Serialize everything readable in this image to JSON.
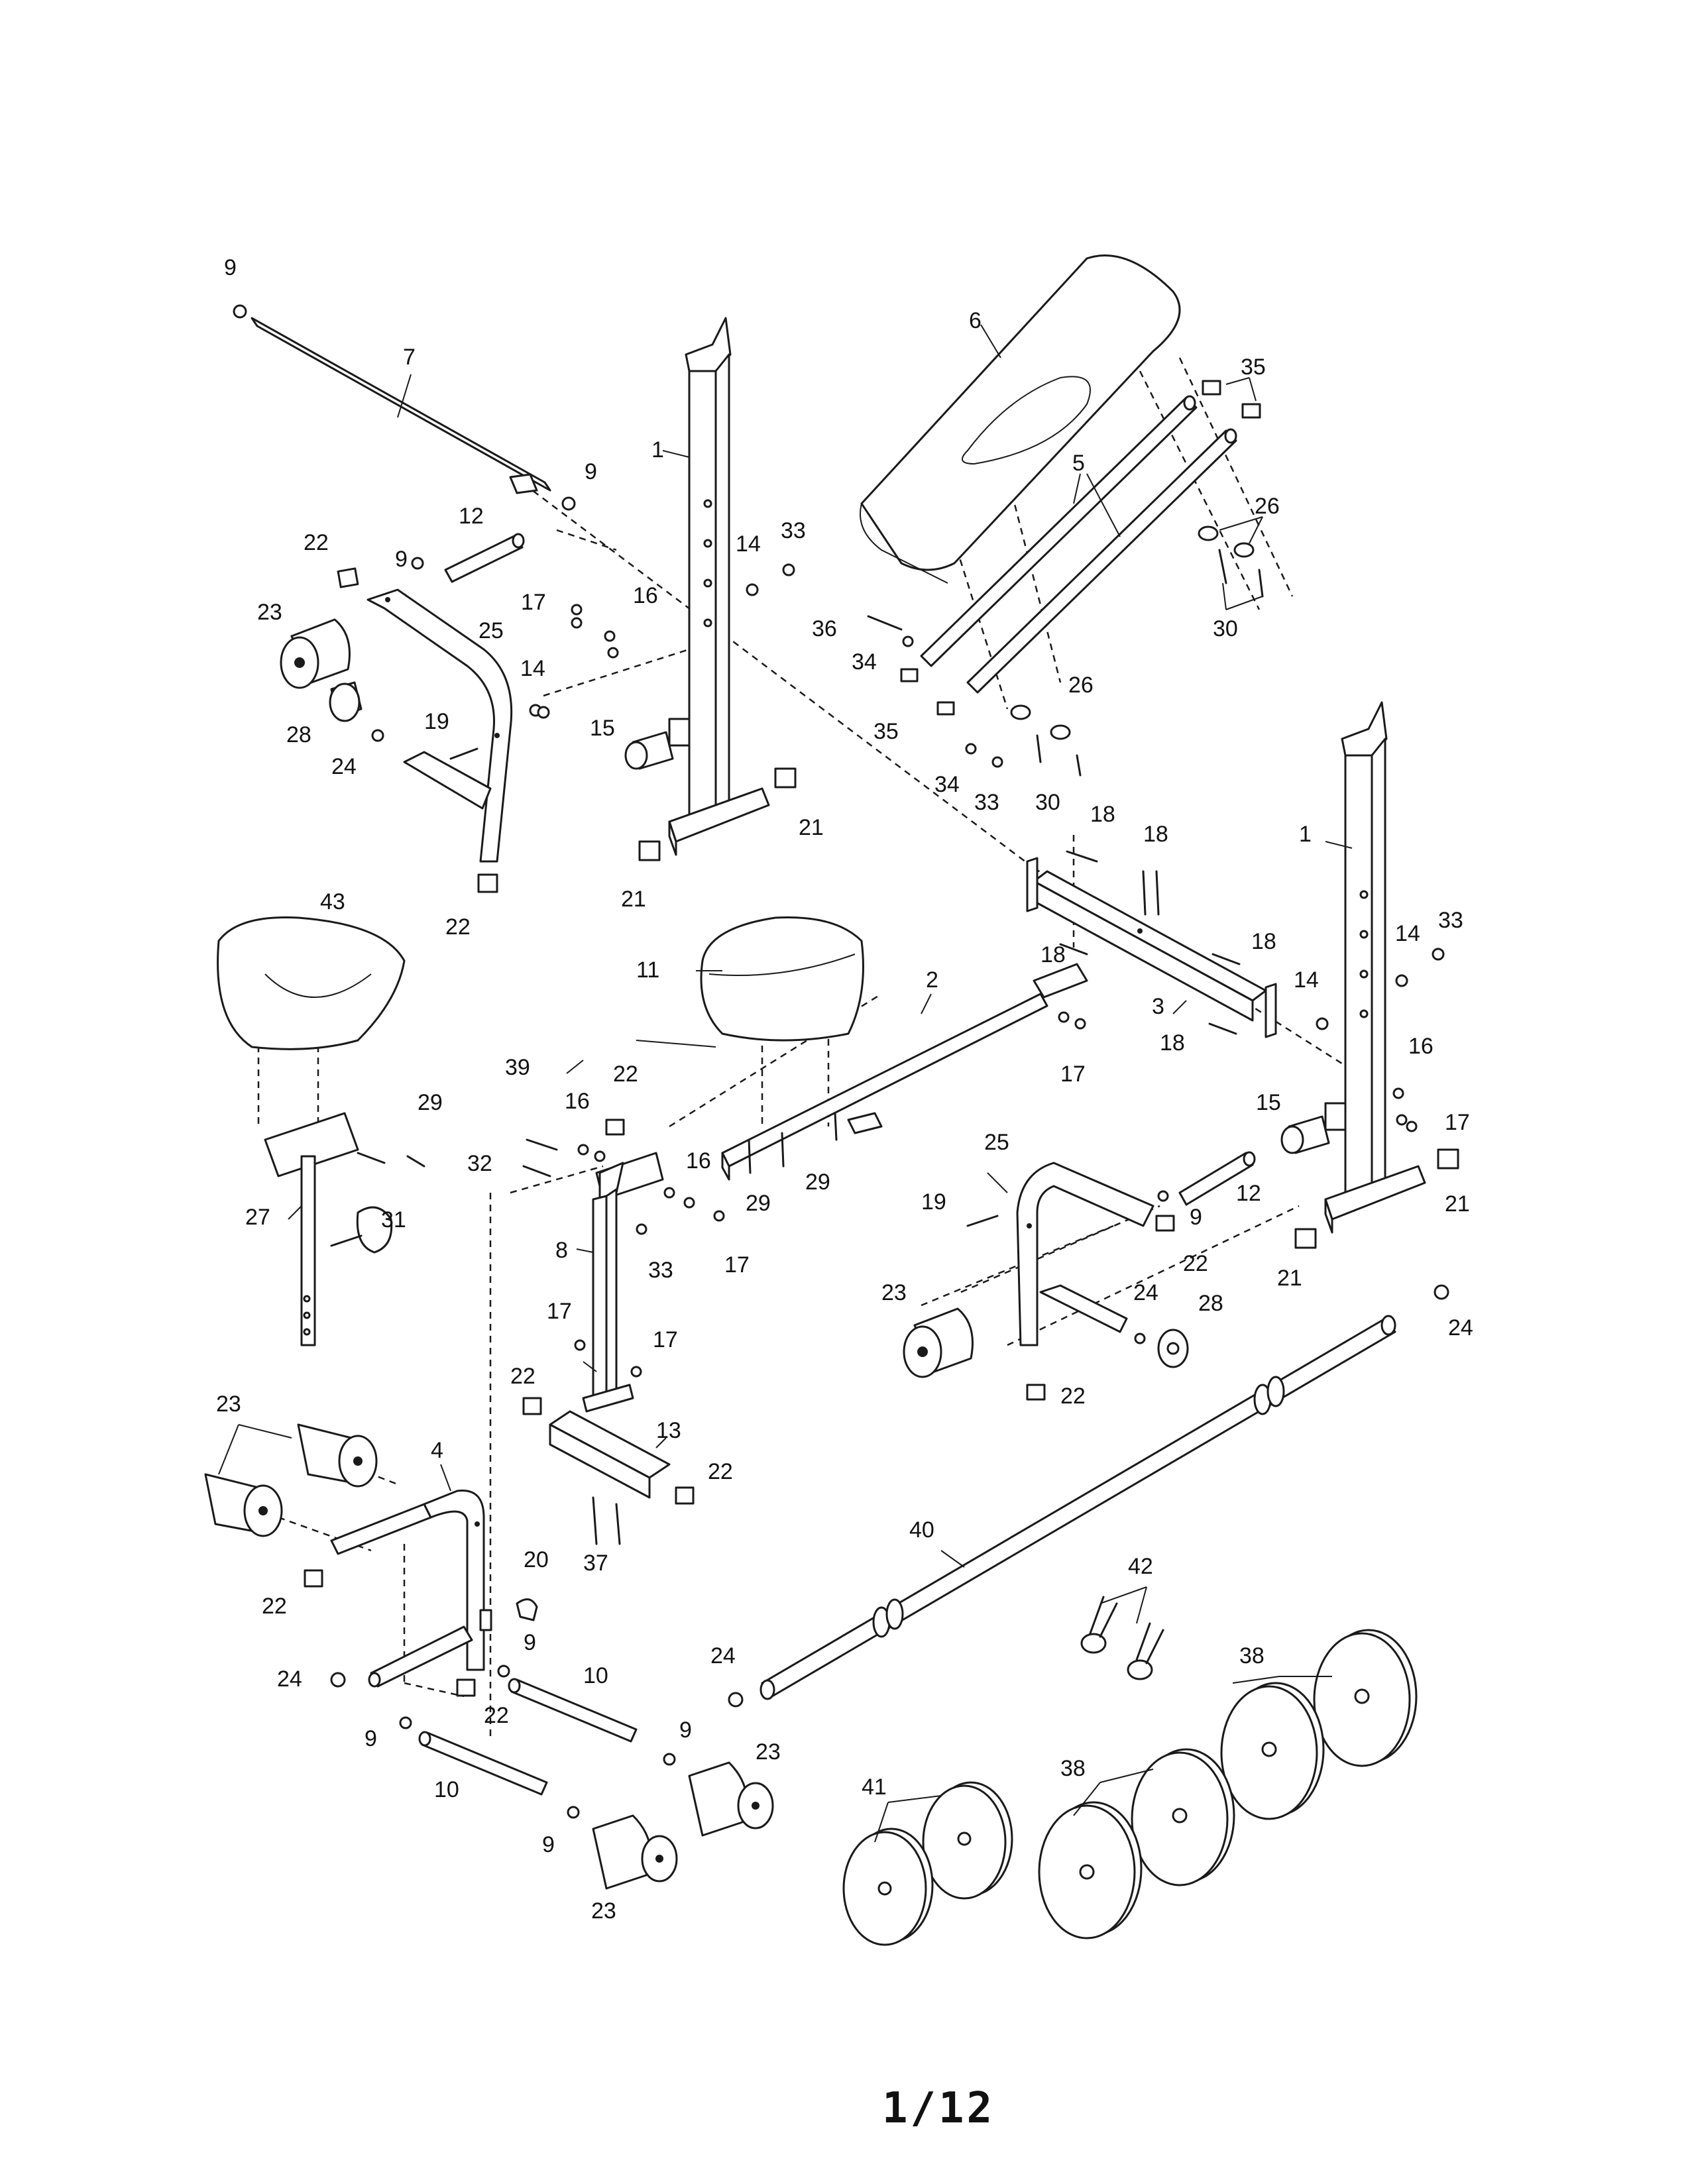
{
  "part_labels": [
    "1",
    "2",
    "3",
    "4",
    "5",
    "6",
    "7",
    "8",
    "9",
    "10",
    "11",
    "12",
    "13",
    "14",
    "15",
    "16",
    "17",
    "18",
    "19",
    "20",
    "21",
    "22",
    "23",
    "24",
    "25",
    "26",
    "27",
    "28",
    "29",
    "30",
    "31",
    "32",
    "33",
    "34",
    "35",
    "36",
    "37",
    "38",
    "39",
    "40",
    "41",
    "42",
    "43"
  ],
  "page_number": "1/12"
}
